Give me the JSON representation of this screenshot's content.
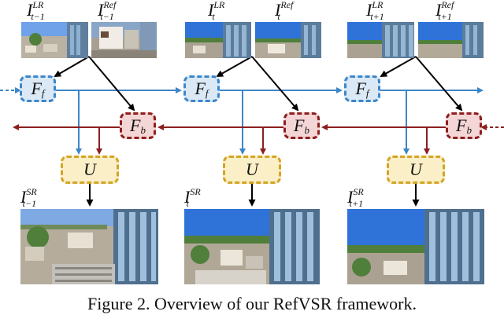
{
  "frames": [
    {
      "lr_sub": "t−1",
      "ref_sub": "t−1",
      "sr_sub": "t−1"
    },
    {
      "lr_sub": "t",
      "ref_sub": "t",
      "sr_sub": "t"
    },
    {
      "lr_sub": "t+1",
      "ref_sub": "t+1",
      "sr_sub": "t+1"
    }
  ],
  "labels": {
    "I": "I",
    "lr_sup": "LR",
    "ref_sup": "Ref",
    "sr_sup": "SR"
  },
  "modules": {
    "forward_main": "F",
    "forward_sub": "f",
    "backward_main": "F",
    "backward_sub": "b",
    "upsampler": "U"
  },
  "colors": {
    "forward": "#3d86c9",
    "backward": "#8c1f1f",
    "upsampler": "#d3a525",
    "sky": "#2f73d9",
    "building": "#5f7f9e",
    "foliage": "#4f7f3a"
  },
  "caption": "Figure 2. Overview of our RefVSR framework."
}
